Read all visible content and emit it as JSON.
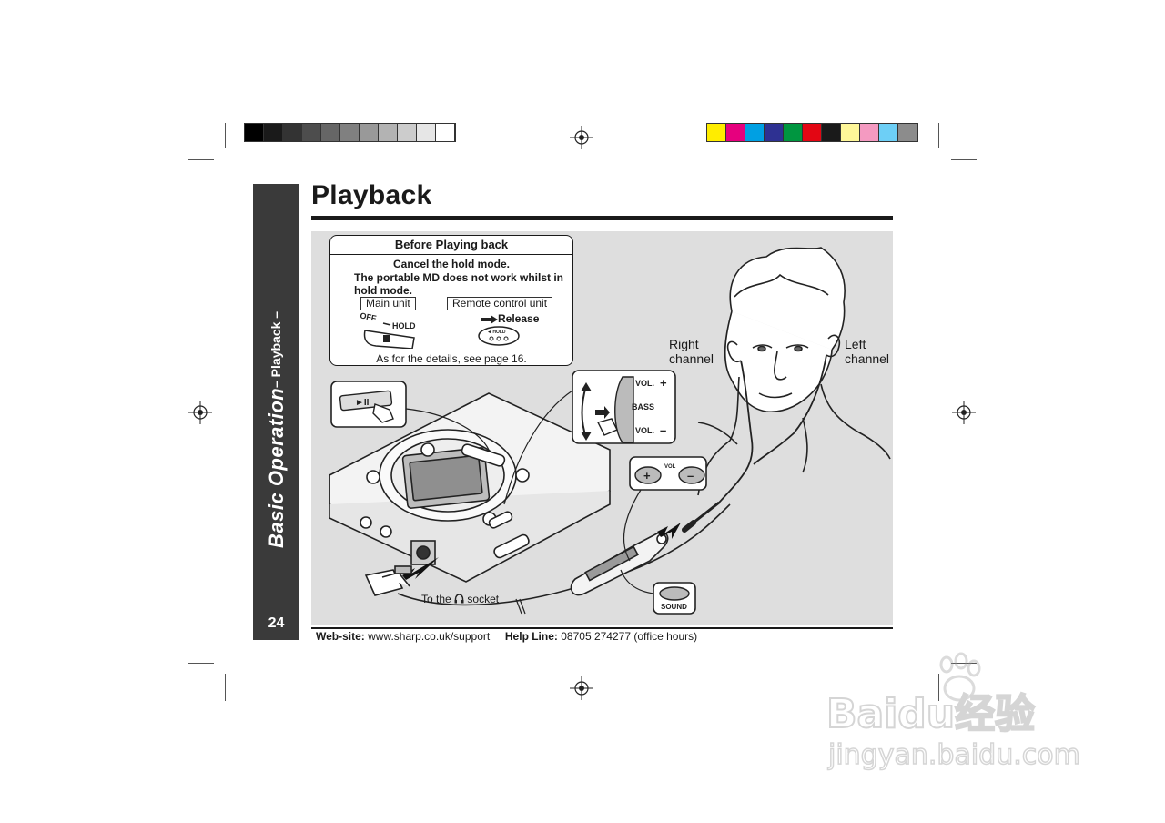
{
  "page": {
    "heading": "Playback",
    "side_title": "Basic Operation",
    "side_subtitle": "– Playback –",
    "page_number": "24"
  },
  "before_box": {
    "title": "Before Playing back",
    "line1": "Cancel the hold mode.",
    "line2": "The portable MD does not work whilst in hold mode.",
    "main_unit_label": "Main unit",
    "remote_unit_label": "Remote control unit",
    "release_label": "Release",
    "switch_off_label": "OFF",
    "switch_hold_label": "HOLD",
    "remote_hold_label": "◄ HOLD",
    "details_note": "As for the details, see page 16."
  },
  "diagram_labels": {
    "right_channel": "Right channel",
    "left_channel": "Left channel",
    "to_socket_prefix": "To the",
    "to_socket_suffix": "socket",
    "vol_plus": "VOL.",
    "bass": "BASS",
    "vol_minus": "VOL.",
    "vol_small": "VOL",
    "sound": "SOUND",
    "plus_sign": "+",
    "minus_sign": "–"
  },
  "footer": {
    "website_label": "Web-site:",
    "website_url": "www.sharp.co.uk/support",
    "helpline_label": "Help Line:",
    "helpline_number": "08705 274277 (office hours)"
  },
  "watermark": {
    "brand": "Baidu经验",
    "url": "jingyan.baidu.com"
  },
  "colors": {
    "gray_scale": [
      "#000000",
      "#1a1a1a",
      "#333333",
      "#4d4d4d",
      "#666666",
      "#808080",
      "#999999",
      "#b3b3b3",
      "#cccccc",
      "#e6e6e6",
      "#ffffff"
    ],
    "process": [
      "#ffed00",
      "#e6007e",
      "#00a0e3",
      "#2e3192",
      "#009640",
      "#e30613",
      "#1a1a1a",
      "#fff799",
      "#f49ac1",
      "#6dcff6",
      "#8c8c8c"
    ],
    "panel_bg": "#dedede",
    "side_tab": "#3a3a3a"
  }
}
